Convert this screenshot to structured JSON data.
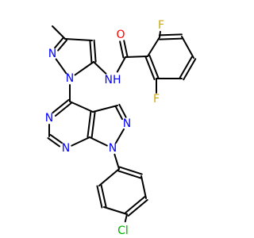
{
  "molecule": {
    "colors": {
      "bond": "#000000",
      "carbon": "#000000",
      "nitrogen": "#0000ff",
      "oxygen": "#ff0000",
      "fluorine": "#c9a800",
      "chlorine": "#00b000"
    },
    "atom_labels": {
      "oxygen": "O",
      "amide_nh": "NH",
      "f_top": "F",
      "f_bottom": "F",
      "n_pyrazole_2": "N",
      "n_pyrazole_1": "N",
      "n_bicycle_left_top": "N",
      "n_bicycle_left_bottom": "N",
      "n_bicycle_right_top": "N",
      "n_bicycle_right_bottom": "N",
      "chlorine": "Cl"
    }
  }
}
